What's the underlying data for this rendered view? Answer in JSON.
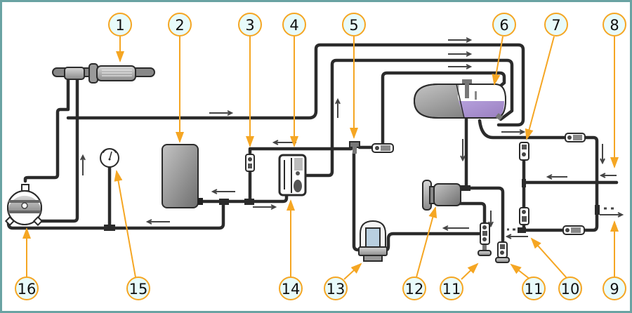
{
  "diagram": {
    "type": "piping-schematic",
    "callouts": [
      {
        "id": "c1",
        "label": "1",
        "target": "component-1"
      },
      {
        "id": "c2",
        "label": "2",
        "target": "tank-2"
      },
      {
        "id": "c3",
        "label": "3",
        "target": "valve-3"
      },
      {
        "id": "c4",
        "label": "4",
        "target": "manifold-block-4"
      },
      {
        "id": "c5",
        "label": "5",
        "target": "tee-5"
      },
      {
        "id": "c6",
        "label": "6",
        "target": "reservoir-6"
      },
      {
        "id": "c7",
        "label": "7",
        "target": "valve-7"
      },
      {
        "id": "c8",
        "label": "8",
        "target": "line-inlet-8"
      },
      {
        "id": "c9",
        "label": "9",
        "target": "line-outlet-9"
      },
      {
        "id": "c10",
        "label": "10",
        "target": "line-10"
      },
      {
        "id": "c11a",
        "label": "11",
        "target": "nozzle-11a"
      },
      {
        "id": "c11b",
        "label": "11",
        "target": "nozzle-11b"
      },
      {
        "id": "c12",
        "label": "12",
        "target": "pump-12"
      },
      {
        "id": "c13",
        "label": "13",
        "target": "filter-13"
      },
      {
        "id": "c14",
        "label": "14",
        "target": "manifold-block-14"
      },
      {
        "id": "c15",
        "label": "15",
        "target": "pressure-gauge-15"
      },
      {
        "id": "c16",
        "label": "16",
        "target": "pump-16"
      }
    ],
    "colors": {
      "frame": "#6aa3a3",
      "callout_stroke": "#f5a623",
      "callout_fill": "#e8fbfb",
      "pipe": "#2b2b2b",
      "fluid": "#a48cc8"
    }
  }
}
